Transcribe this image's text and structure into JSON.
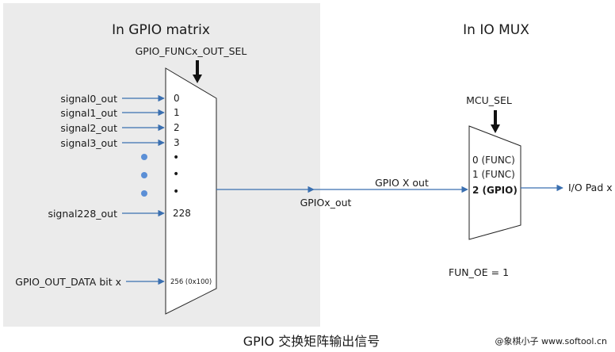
{
  "regions": {
    "gpio_matrix_title": "In GPIO matrix",
    "io_mux_title": "In IO MUX"
  },
  "gpio_mux": {
    "select_label": "GPIO_FUNCx_OUT_SEL",
    "signals": [
      {
        "name": "signal0_out",
        "index": "0"
      },
      {
        "name": "signal1_out",
        "index": "1"
      },
      {
        "name": "signal2_out",
        "index": "2"
      },
      {
        "name": "signal3_out",
        "index": "3"
      }
    ],
    "ellipsis_bullets": [
      "•",
      "•",
      "•"
    ],
    "last_signal": {
      "name": "signal228_out",
      "index": "228"
    },
    "data_bit": {
      "name": "GPIO_OUT_DATA bit x",
      "index": "256 (0x100)"
    },
    "output_label": "GPIOx_out"
  },
  "io_mux": {
    "select_label": "MCU_SEL",
    "input_label": "GPIO X out",
    "options": [
      "0 (FUNC)",
      "1 (FUNC)",
      "2 (GPIO)"
    ],
    "output_label": "I/O Pad x",
    "oe_label": "FUN_OE = 1"
  },
  "caption": "GPIO 交换矩阵输出信号",
  "watermark": "@象棋小子 www.softool.cn",
  "colors": {
    "panel_bg": "#ebebeb",
    "arrow_blue": "#3a6fb0",
    "dot_blue": "#5b8fd6",
    "mux_fill": "#ffffff",
    "stroke": "#222222"
  }
}
